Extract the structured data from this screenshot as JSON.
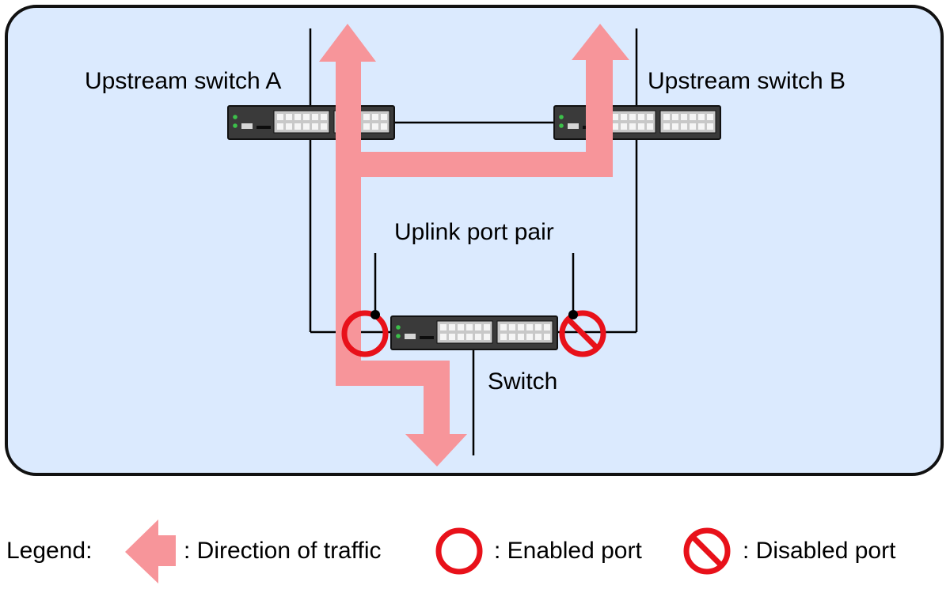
{
  "diagram": {
    "labels": {
      "upstream_a": "Upstream switch A",
      "upstream_b": "Upstream switch B",
      "uplink_pair": "Uplink port pair",
      "switch": "Switch"
    }
  },
  "legend": {
    "title": "Legend:",
    "traffic": ": Direction of traffic",
    "enabled": ": Enabled port",
    "disabled": ": Disabled port"
  },
  "colors": {
    "panel_bg": "#dbeafe",
    "arrow": "#f7959a",
    "port_ring": "#e8111a",
    "switch_body": "#3a3a3a",
    "port_cell": "#d6d6d6",
    "led": "#3cc04a"
  }
}
